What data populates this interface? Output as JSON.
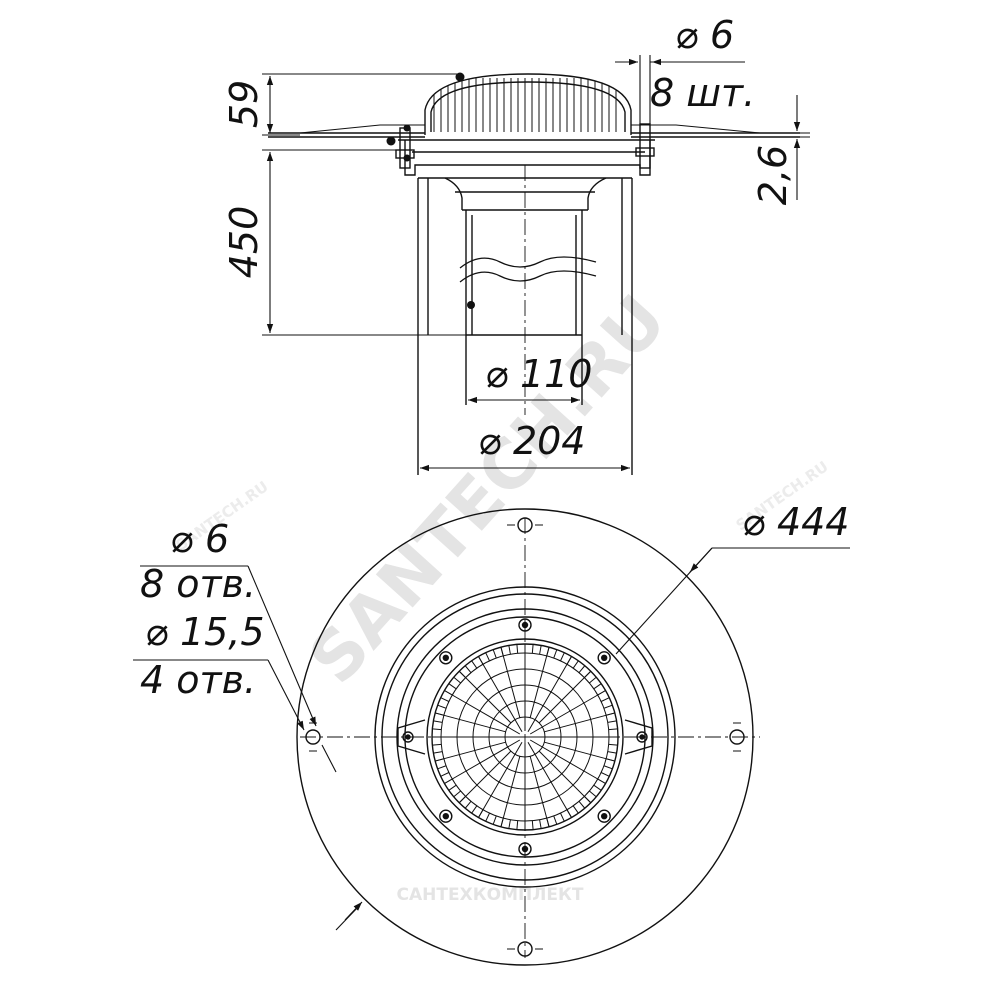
{
  "side_view": {
    "height_top": "59",
    "height_pipe": "450",
    "screw_dia": "⌀ 6",
    "screw_count": "8 шт.",
    "flange_thickness": "2,6",
    "pipe_dia": "⌀ 110",
    "body_dia": "⌀ 204"
  },
  "plan_view": {
    "hole_small_dia": "⌀ 6",
    "hole_small_count": "8 отв.",
    "hole_large_dia": "⌀ 15,5",
    "hole_large_count": "4 отв.",
    "flange_dia": "⌀ 444"
  },
  "watermark": {
    "diagonal": "SANTECH.RU",
    "small_left": "SANTECH.RU",
    "small_right": "SANTECH.RU",
    "bottom": "САНТЕХКОМПЛЕКТ"
  },
  "colors": {
    "line": "#111111",
    "watermark": "#e3e3e3"
  }
}
